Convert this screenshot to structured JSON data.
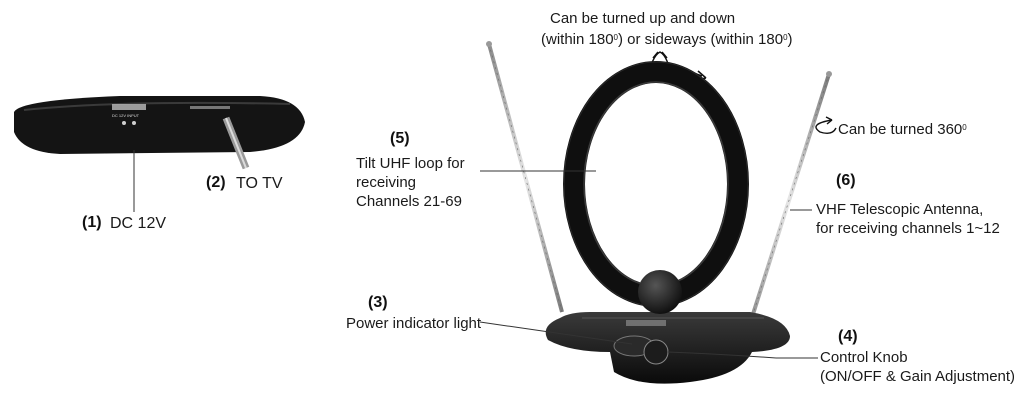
{
  "top_note": {
    "line1": "Can be turned up and down",
    "line2_a": "(within 180",
    "line2_b": ") or sideways (within 180",
    "line2_c": ")",
    "degree_mark": "0"
  },
  "rotate_note": {
    "text": "Can be turned 360",
    "degree_mark": "0"
  },
  "callouts": {
    "dc": {
      "number": "(1)",
      "label": "DC 12V"
    },
    "tv": {
      "number": "(2)",
      "label": "TO TV"
    },
    "power": {
      "number": "(3)",
      "label": "Power indicator light"
    },
    "knob": {
      "number": "(4)",
      "label_line1": "Control Knob",
      "label_line2": "(ON/OFF & Gain Adjustment)"
    },
    "uhf": {
      "number": "(5)",
      "line1": "Tilt UHF loop for",
      "line2": "receiving",
      "line3": "Channels 21-69"
    },
    "vhf": {
      "number": "(6)",
      "line1": "VHF Telescopic Antenna,",
      "line2": "for receiving channels 1~12"
    }
  },
  "back_panel": {
    "jack_label": "DC 12V INPUT"
  },
  "colors": {
    "ink": "#1a1a1a",
    "body_dark": "#151515",
    "metal": "#b8b8b8"
  }
}
